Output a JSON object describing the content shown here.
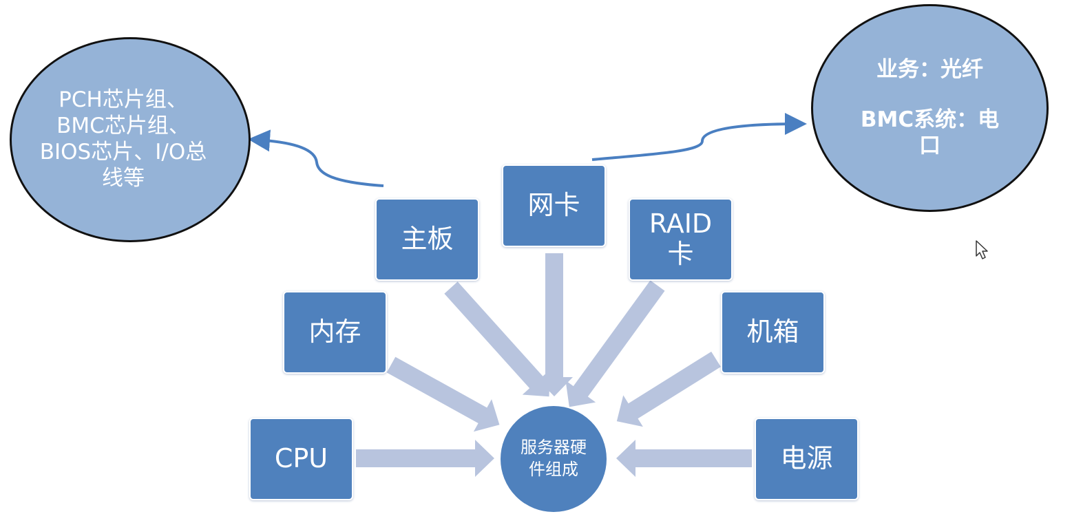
{
  "diagram": {
    "center_label": "服务器硬件组成",
    "components": {
      "cpu": "CPU",
      "memory": "内存",
      "motherboard": "主板",
      "nic": "网卡",
      "raid": "RAID卡",
      "chassis": "机箱",
      "power": "电源"
    },
    "callouts": {
      "motherboard_details": "PCH芯片组、BMC芯片组、BIOS芯片、I/O总线等",
      "nic_line1": "业务：光纤",
      "nic_line2": "BMC系统：电口"
    }
  },
  "colors": {
    "box_fill": "#4f81bd",
    "arrow_fill": "#b8c4de",
    "bubble_fill": "#95b3d7",
    "connector": "#4a7fc1"
  }
}
